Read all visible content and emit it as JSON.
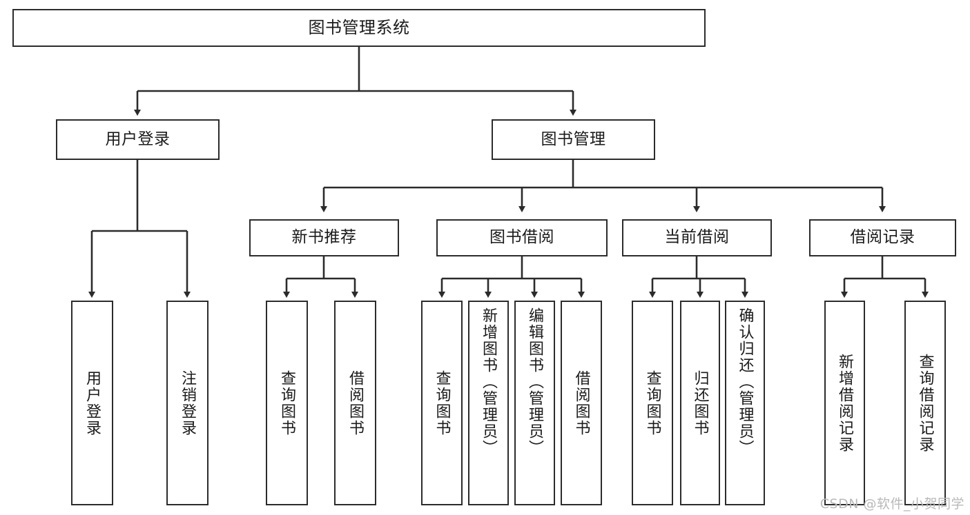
{
  "diagram": {
    "type": "tree",
    "title": "图书管理系统",
    "watermark": "CSDN @软件_小贺同学",
    "colors": {
      "box_border": "#2b2b2b",
      "box_fill": "#ffffff",
      "edge": "#2b2b2b",
      "text": "#1a1a1a",
      "watermark": "#b9b9b9"
    },
    "root": {
      "label": "图书管理系统"
    },
    "level1": [
      {
        "label": "用户登录"
      },
      {
        "label": "图书管理"
      }
    ],
    "level2": [
      {
        "label": "新书推荐"
      },
      {
        "label": "图书借阅"
      },
      {
        "label": "当前借阅"
      },
      {
        "label": "借阅记录"
      }
    ],
    "leaves": {
      "user_login": [
        {
          "label": "用户登录"
        },
        {
          "label": "注销登录"
        }
      ],
      "new_book": [
        {
          "label": "查询图书"
        },
        {
          "label": "借阅图书"
        }
      ],
      "book_borrow": [
        {
          "label": "查询图书"
        },
        {
          "label": "新增图书（管理员）"
        },
        {
          "label": "编辑图书（管理员）"
        },
        {
          "label": "借阅图书"
        }
      ],
      "current_borrow": [
        {
          "label": "查询图书"
        },
        {
          "label": "归还图书"
        },
        {
          "label": "确认归还（管理员）"
        }
      ],
      "borrow_record": [
        {
          "label": "新增借阅记录"
        },
        {
          "label": "查询借阅记录"
        }
      ]
    }
  }
}
